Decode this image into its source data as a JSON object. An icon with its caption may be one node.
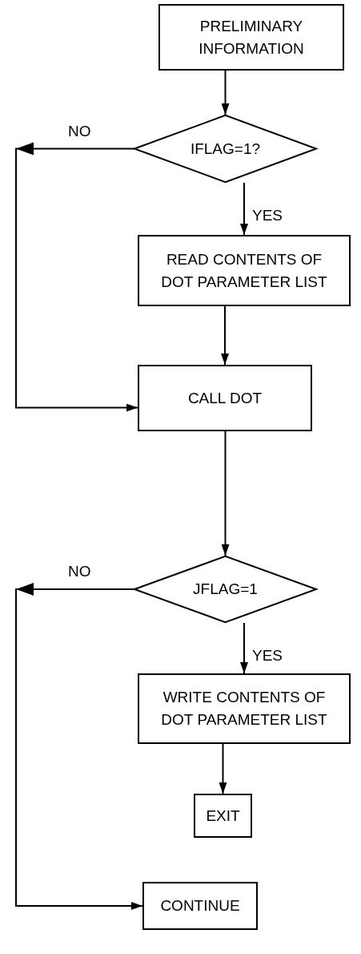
{
  "diagram": {
    "nodes": [
      {
        "text": [
          "PRELIMINARY INFORMATION"
        ]
      },
      {
        "text": [
          "IFLAG=1?"
        ]
      },
      {
        "text": [
          "READ CONTENTS OF DOT PARAMETER LIST"
        ]
      },
      {
        "text": [
          "CALL DOT"
        ]
      },
      {
        "text": [
          "JFLAG=1"
        ]
      },
      {
        "text": [
          "WRITE CONTENTS OF DOT PARAMETER LIST"
        ]
      },
      {
        "text": [
          "EXIT"
        ]
      },
      {
        "text": [
          "CONTINUE"
        ]
      }
    ],
    "edges": [
      {
        "from": 0,
        "to": 1,
        "arrow": "to"
      },
      {
        "from": 1,
        "to": 2,
        "arrow": "to",
        "label": "YES"
      },
      {
        "from": 1,
        "to": 3,
        "arrow": "to",
        "label": "NO"
      },
      {
        "from": 2,
        "to": 3,
        "arrow": "to"
      },
      {
        "from": 3,
        "to": 4,
        "arrow": "to"
      },
      {
        "from": 4,
        "to": 5,
        "arrow": "to",
        "label": "YES"
      },
      {
        "from": 4,
        "to": 7,
        "arrow": "to",
        "label": "NO"
      },
      {
        "from": 5,
        "to": 6,
        "arrow": "to"
      }
    ]
  }
}
